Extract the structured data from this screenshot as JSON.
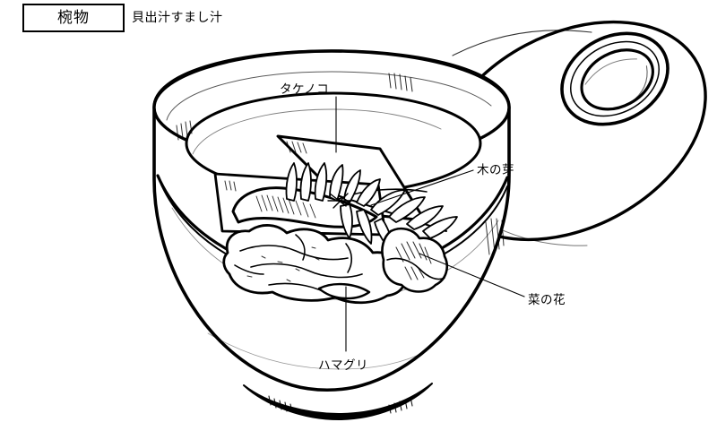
{
  "header": {
    "category_label": "椀物",
    "dish_name": "貝出汁すまし汁"
  },
  "illustration": {
    "subject": "lidded-soup-bowl",
    "style": "black-and-white-line-drawing",
    "stroke_color": "#000000",
    "background_color": "#ffffff",
    "parts": [
      {
        "name": "bowl-body",
        "label": ""
      },
      {
        "name": "bowl-rim",
        "label": ""
      },
      {
        "name": "bowl-foot",
        "label": ""
      },
      {
        "name": "bowl-lid",
        "label": ""
      },
      {
        "name": "lid-knob",
        "label": ""
      }
    ]
  },
  "callouts": [
    {
      "name": "takenoko",
      "label": "タケノコ",
      "leader_from": [
        375,
        108
      ],
      "leader_to": [
        375,
        168
      ]
    },
    {
      "name": "kinome",
      "label": "木の芽",
      "leader_from": [
        528,
        190
      ],
      "leader_to": [
        415,
        228
      ]
    },
    {
      "name": "nanohana",
      "label": "菜の花",
      "leader_from": [
        585,
        332
      ],
      "leader_to": [
        470,
        285
      ]
    },
    {
      "name": "hamaguri",
      "label": "ハマグリ",
      "leader_from": [
        385,
        390
      ],
      "leader_to": [
        385,
        322
      ]
    }
  ]
}
